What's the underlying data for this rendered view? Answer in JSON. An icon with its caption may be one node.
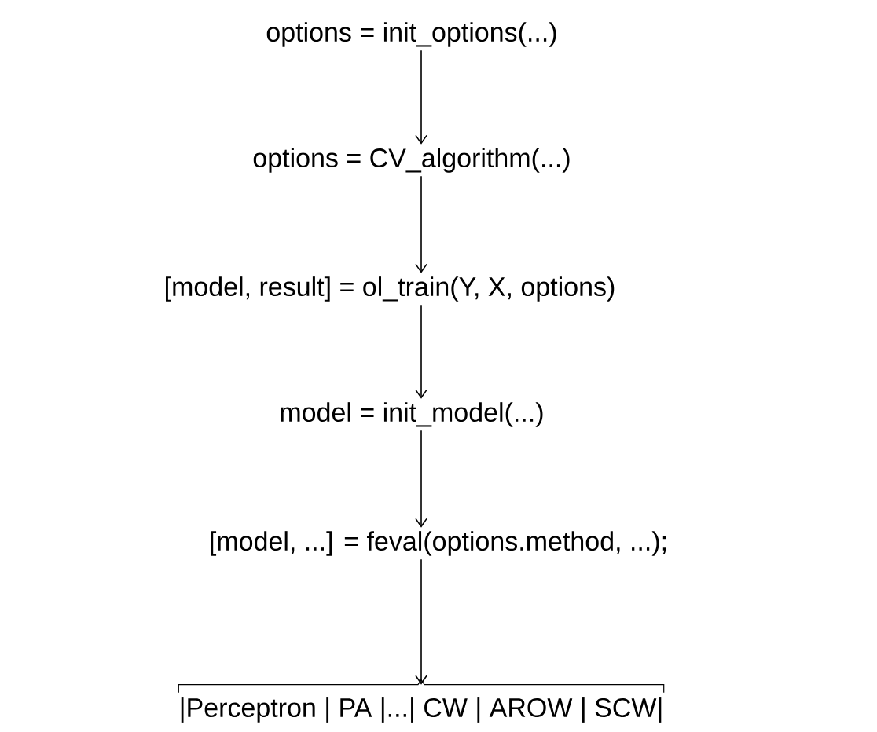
{
  "diagram": {
    "nodes": [
      {
        "text": [
          "options = init_options(...)"
        ]
      },
      {
        "text": [
          "options = CV_algorithm(...)"
        ]
      },
      {
        "text": [
          "[model, result] = ol_train(Y, X, options)"
        ]
      },
      {
        "text": [
          "model = init_model(...)"
        ]
      },
      {
        "text": [
          "[model, ...] = feval(options.method, ...);"
        ]
      },
      {
        "text": [
          "|Perceptron | PA |...| CW | AROW | SCW|"
        ]
      }
    ],
    "edges": [
      {
        "from": 0,
        "to": 1,
        "arrow": "to"
      },
      {
        "from": 1,
        "to": 2,
        "arrow": "to"
      },
      {
        "from": 2,
        "to": 3,
        "arrow": "to"
      },
      {
        "from": 3,
        "to": 4,
        "arrow": "to"
      },
      {
        "from": 4,
        "to": 5,
        "arrow": "to"
      }
    ]
  }
}
